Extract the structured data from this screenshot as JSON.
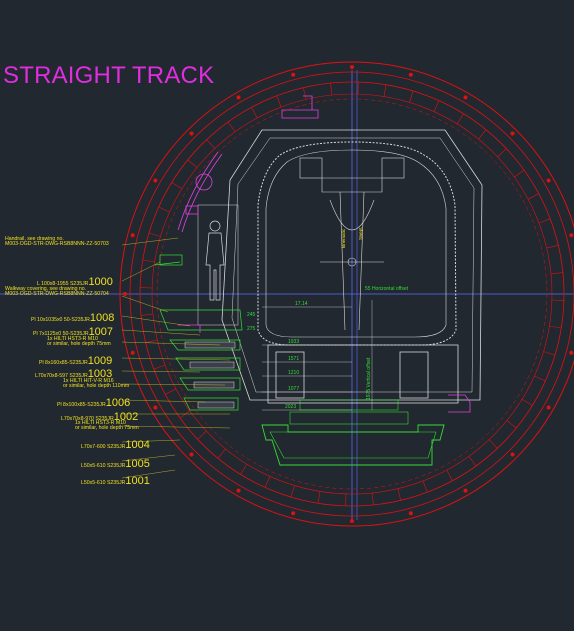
{
  "colors": {
    "background": "#212830",
    "title": "#e02de0",
    "ring": "#e11111",
    "structure": "#d9d9d9",
    "track": "#33dd33",
    "label": "#f0e020",
    "axis": "#5b6bff",
    "bracket": "#e040e0"
  },
  "title": "STRAIGHT TRACK",
  "annotations": [
    {
      "id": "handrail",
      "lines": [
        "Handrail, see drawing no.",
        "M003-OGD-STR-DWG-RSB8NNN-ZZ-50703"
      ]
    },
    {
      "id": "l100",
      "text": "L 100x8-1955 S235JR",
      "num": "1000"
    },
    {
      "id": "walkway",
      "lines": [
        "Walkway covering, see drawing no.",
        "M003-OGD-STR-DWG-RSB8NNN-ZZ-50704"
      ]
    },
    {
      "id": "pl10",
      "text": "Pl 10x1035x0 50-S235JR",
      "num": "1008"
    },
    {
      "id": "pl7",
      "text": "Pl 7x1125x0 50-S235JR",
      "num": "1007"
    },
    {
      "id": "hilti1",
      "lines": [
        "1x HILTI HST3-R M10",
        "or similar, hole depth 75mm"
      ]
    },
    {
      "id": "pl8a",
      "text": "Pl 8x160x85-S235JR",
      "num": "1009"
    },
    {
      "id": "l70a",
      "text": "L70x70x8-597 S235JR",
      "num": "1003"
    },
    {
      "id": "hilti2",
      "lines": [
        "1x HILTI HIT-V-R M16",
        "or similar, hole depth 110mm"
      ]
    },
    {
      "id": "pl8b",
      "text": "Pl 8x100x85-S235JR",
      "num": "1006"
    },
    {
      "id": "l70b",
      "text": "L70x70x8-970 S235JR",
      "num": "1002"
    },
    {
      "id": "hilti3",
      "lines": [
        "1x HILTI HST3-R M10",
        "or similar, hole depth 75mm"
      ]
    },
    {
      "id": "l70c",
      "text": "L70x7-600 S235JR",
      "num": "1004"
    },
    {
      "id": "l50a",
      "text": "L50x5-610 S235JR",
      "num": "1005"
    },
    {
      "id": "l50b",
      "text": "L50x5-610 S235JR",
      "num": "1001"
    }
  ],
  "dimensions": {
    "horizontal_offset": "55 Horizontal offset",
    "vertical_offset": "1975 Vertical offset",
    "d1": "17.14",
    "d2": "1933",
    "d3": "1571",
    "d4": "1210",
    "d5": "1077",
    "d6": "2023",
    "d7": "245",
    "d8": "275"
  },
  "vehicle_labels": [
    "kinematic",
    "Swept"
  ]
}
